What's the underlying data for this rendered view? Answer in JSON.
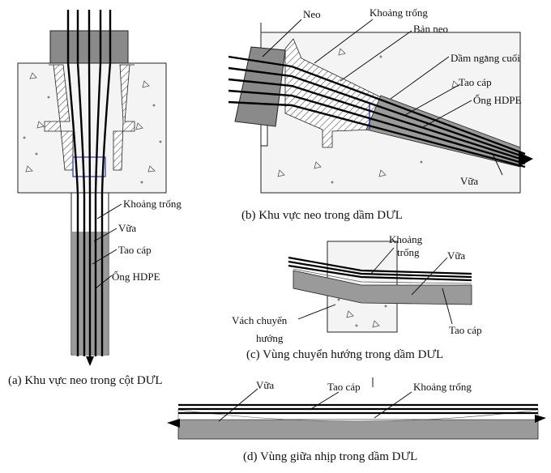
{
  "colors": {
    "concrete_fill": "#f4f4f4",
    "duct_gray": "#9a9a9a",
    "anchor_gray": "#8a8a8a",
    "strand": "#000000",
    "void_marker": "#2233cc"
  },
  "panel_a": {
    "caption": "(a) Khu vực neo trong cột DƯL",
    "label_void": "Khoảng trống",
    "label_grout": "Vữa",
    "label_strand": "Tao cáp",
    "label_duct": "Ống HDPE"
  },
  "panel_b": {
    "caption": "(b) Khu vực neo trong dầm DƯL",
    "label_anchor": "Neo",
    "label_void": "Khoảng trống",
    "label_plate": "Bản neo",
    "label_diaphragm": "Dầm ngang cuối",
    "label_strand": "Tao cáp",
    "label_duct": "Ống HDPE",
    "label_grout": "Vữa"
  },
  "panel_c": {
    "caption": "(c) Vùng chuyển hướng trong dầm DƯL",
    "label_void_line1": "Khoảng",
    "label_void_line2": "trống",
    "label_grout": "Vữa",
    "label_deviator_line1": "Vách chuyển",
    "label_deviator_line2": "hướng",
    "label_strand": "Tao cáp"
  },
  "panel_d": {
    "caption": "(d) Vùng giữa nhịp trong dầm DƯL",
    "label_grout": "Vữa",
    "label_strand": "Tao cáp",
    "label_void": "Khoảng trống"
  }
}
